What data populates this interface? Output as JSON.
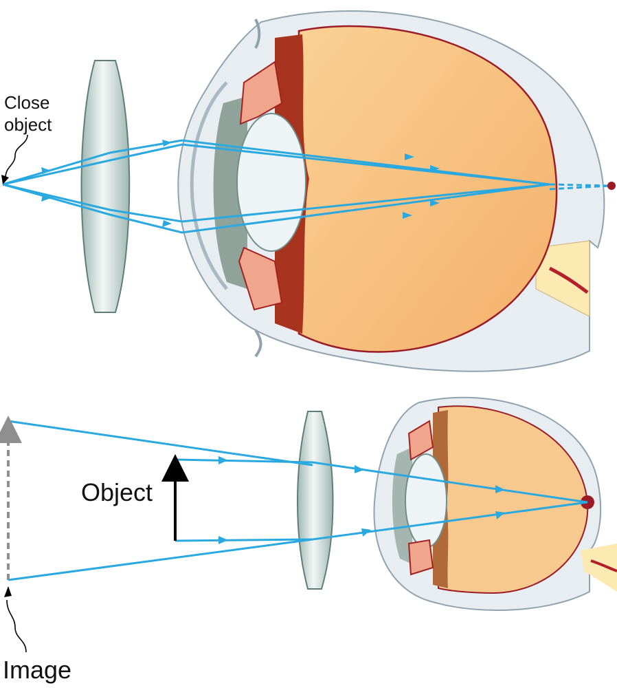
{
  "top_panel": {
    "object_label_line1": "Close",
    "object_label_line2": "object"
  },
  "bottom_panel": {
    "object_label": "Object",
    "image_label": "Image"
  },
  "colors": {
    "ray": "#2aa9e0",
    "eyeball_fill": "#f9c27e",
    "sclera": "#e6ecf0",
    "retina_edge": "#9b1c26",
    "iris": "#b5471f",
    "lens": "#dfe9e6",
    "lens_edge": "#6f8e88",
    "focal_point": "#9b1c26",
    "image_arrow": "#8f8f8f"
  }
}
